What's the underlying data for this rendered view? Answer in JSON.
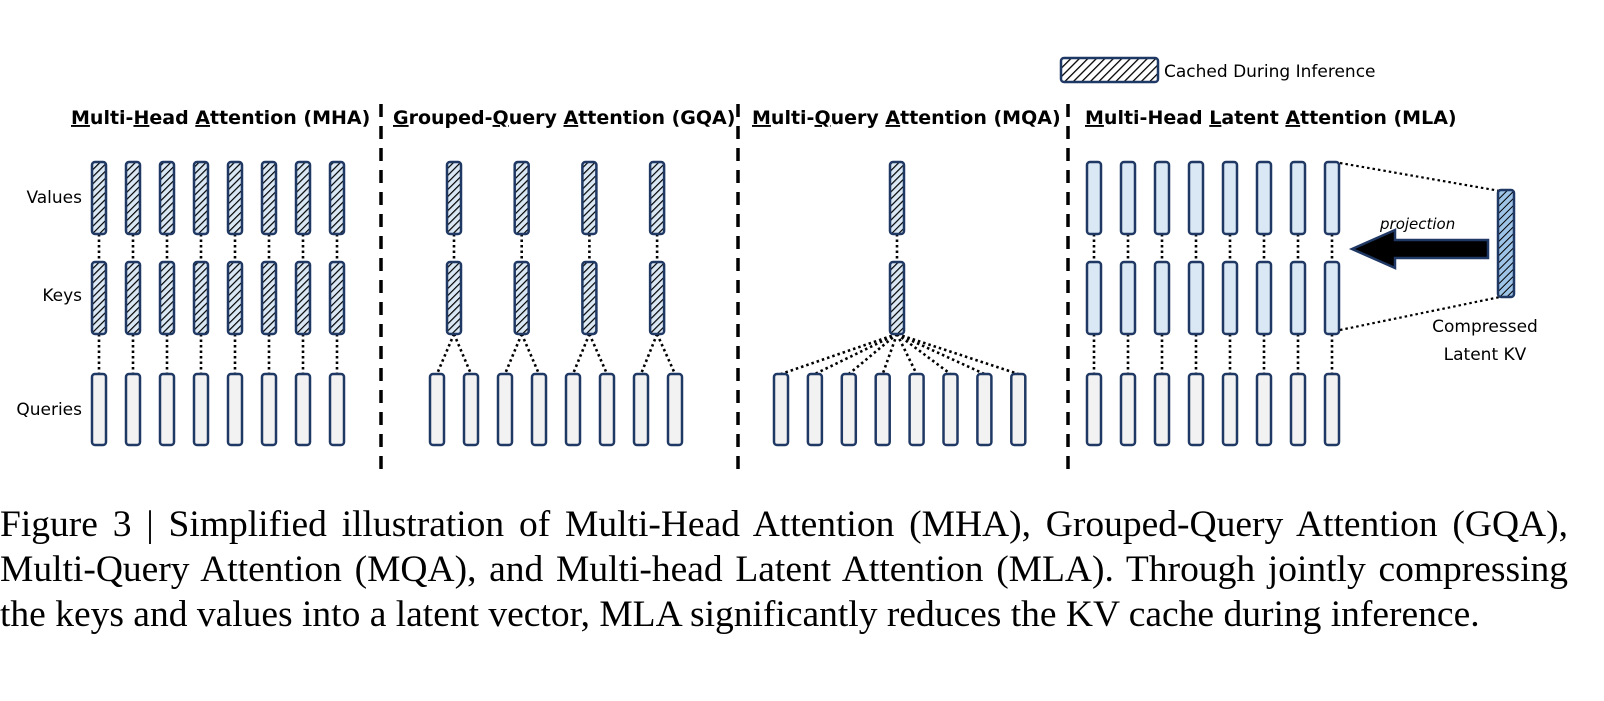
{
  "legend": {
    "label": "Cached During Inference",
    "swatch_style": "hatched"
  },
  "row_labels": {
    "values": "Values",
    "keys": "Keys",
    "queries": "Queries"
  },
  "sections": [
    {
      "id": "mha",
      "title_parts": [
        {
          "t": "M",
          "u": true
        },
        {
          "t": "ulti-",
          "u": false
        },
        {
          "t": "H",
          "u": true
        },
        {
          "t": "ead ",
          "u": false
        },
        {
          "t": "A",
          "u": true
        },
        {
          "t": "ttention (MHA)",
          "u": false
        }
      ],
      "title": "Multi-Head Attention (MHA)",
      "num_queries": 8,
      "num_kv_heads": 8,
      "kv_cached": true
    },
    {
      "id": "gqa",
      "title_parts": [
        {
          "t": "G",
          "u": true
        },
        {
          "t": "rouped-",
          "u": false
        },
        {
          "t": "Q",
          "u": true
        },
        {
          "t": "uery ",
          "u": false
        },
        {
          "t": "A",
          "u": true
        },
        {
          "t": "ttention (GQA)",
          "u": false
        }
      ],
      "title": "Grouped-Query Attention (GQA)",
      "num_queries": 8,
      "num_kv_heads": 4,
      "kv_cached": true
    },
    {
      "id": "mqa",
      "title_parts": [
        {
          "t": "M",
          "u": true
        },
        {
          "t": "ulti-",
          "u": false
        },
        {
          "t": "Q",
          "u": true
        },
        {
          "t": "uery ",
          "u": false
        },
        {
          "t": "A",
          "u": true
        },
        {
          "t": "ttention (MQA)",
          "u": false
        }
      ],
      "title": "Multi-Query Attention (MQA)",
      "num_queries": 8,
      "num_kv_heads": 1,
      "kv_cached": true
    },
    {
      "id": "mla",
      "title_parts": [
        {
          "t": "M",
          "u": true
        },
        {
          "t": "ulti-Head ",
          "u": false
        },
        {
          "t": "L",
          "u": true
        },
        {
          "t": "atent ",
          "u": false
        },
        {
          "t": "A",
          "u": true
        },
        {
          "t": "ttention (MLA)",
          "u": false
        }
      ],
      "title": "Multi-Head Latent Attention (MLA)",
      "num_queries": 8,
      "num_kv_heads": 8,
      "kv_cached": false,
      "projection_label": "projection",
      "latent_label_lines": [
        "Compressed",
        "Latent KV"
      ],
      "latent_cached": true
    }
  ],
  "colors": {
    "box_stroke": "#1f3864",
    "query_fill": "#f2f2f2",
    "kv_fill": "#dae8f5",
    "latent_fill": "#9dc3e6",
    "hatch": "#000000",
    "arrow_fill": "#000000"
  },
  "caption": {
    "text": "Figure 3 | Simplified illustration of Multi-Head Attention (MHA), Grouped-Query Attention (GQA), Multi-Query Attention (MQA), and Multi-head Latent Attention (MLA). Through jointly compressing the keys and values into a latent vector, MLA significantly reduces the KV cache during inference."
  }
}
